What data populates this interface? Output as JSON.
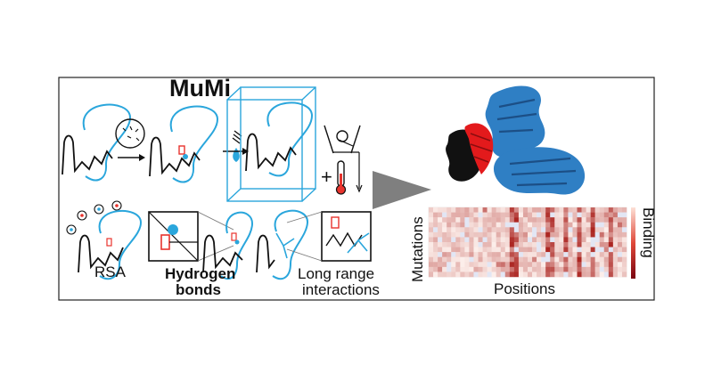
{
  "title": "MuMi",
  "labels": {
    "rsa": "RSA",
    "hbonds_line1": "Hydrogen",
    "hbonds_line2": "bonds",
    "long_range_line1": "Long range",
    "long_range_line2": "interactions"
  },
  "heatmap": {
    "xlabel": "Positions",
    "ylabel": "Mutations",
    "colorbar_label": "Binding"
  },
  "colors": {
    "cyan": "#2aa6dc",
    "protein_blue": "#2f7fc4",
    "helix_red": "#e31a1c",
    "arrow_gray": "#7f7f7f",
    "hbond_red": "#e8332d"
  }
}
